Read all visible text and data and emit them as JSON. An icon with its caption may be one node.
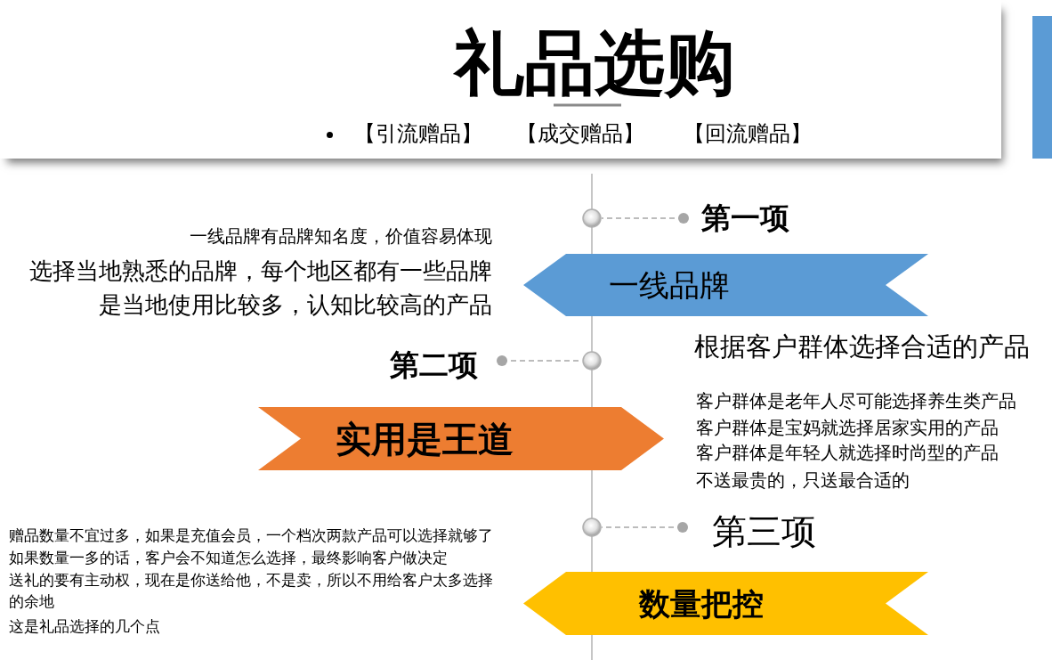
{
  "diagram": {
    "title": "礼品选购",
    "nodes": [
      {
        "text": [],
        "shape": "circle"
      },
      {
        "text": [
          "第一项"
        ]
      },
      {
        "text": [
          "一线品牌"
        ],
        "beside": [
          "一线品牌有品牌知名度，价值容易体现",
          "选择当地熟悉的品牌，每个地区都有一些品牌是当地使用比较多，认知比较高的产品"
        ]
      },
      {
        "text": [
          "第二项"
        ]
      },
      {
        "text": [],
        "shape": "circle"
      },
      {
        "text": [
          "实用是王道"
        ],
        "beside": [
          "客户群体是老年人尽可能选择养生类产品",
          "客户群体是宝妈就选择居家实用的产品",
          "客户群体是年轻人就选择时尚型的产品",
          "不送最贵的，只送最合适的"
        ]
      },
      {
        "text": [],
        "shape": "circle"
      },
      {
        "text": [
          "第三项"
        ]
      },
      {
        "text": [
          "数量把控"
        ],
        "beside": [
          "赠品数量不宜过多，如果是充值会员，一个档次两款产品可以选择就够了",
          "如果数量一多的话，客户会不知道怎么选择，最终影响客户做决定",
          "送礼的要有主动权，现在是你送给他，不是卖，所以不用给客户太多选择的余地",
          "这是礼品选择的几个点"
        ]
      }
    ],
    "edges": [
      {
        "from": 1,
        "to": 0,
        "arrow": "other",
        "style": "dashed"
      },
      {
        "from": 3,
        "to": 4,
        "arrow": "other",
        "style": "dashed"
      },
      {
        "from": 7,
        "to": 6,
        "arrow": "other",
        "style": "dashed"
      }
    ],
    "labels": [
      "【引流赠品】",
      "【成交赠品】",
      "【回流赠品】",
      "根据客户群体选择合适的产品"
    ]
  }
}
